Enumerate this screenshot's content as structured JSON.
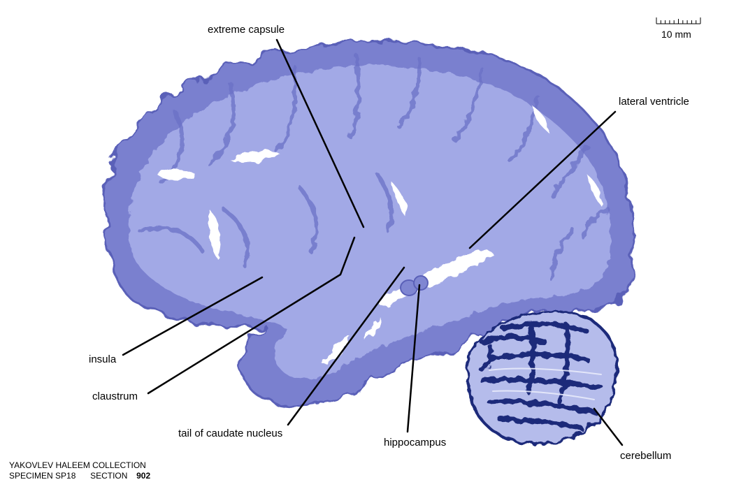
{
  "labels": {
    "extreme_capsule": "extreme capsule",
    "lateral_ventricle": "lateral ventricle",
    "insula": "insula",
    "claustrum": "claustrum",
    "tail_of_caudate_nucleus": "tail of caudate nucleus",
    "hippocampus": "hippocampus",
    "cerebellum": "cerebellum"
  },
  "scale_bar": {
    "label": "10 mm"
  },
  "credits": {
    "collection": "YAKOVLEV HALEEM COLLECTION",
    "specimen_label": "SPECIMEN",
    "specimen": "SP18",
    "section_label": "SECTION",
    "section": "902"
  },
  "colors": {
    "tissue": "#8d94d8",
    "tissue_light": "#a4acea",
    "cortex": "#6e74c8",
    "cerebellum_dark": "#1f2a7a",
    "cerebellum_light": "#9aa3e0",
    "leader_line": "#000000"
  }
}
